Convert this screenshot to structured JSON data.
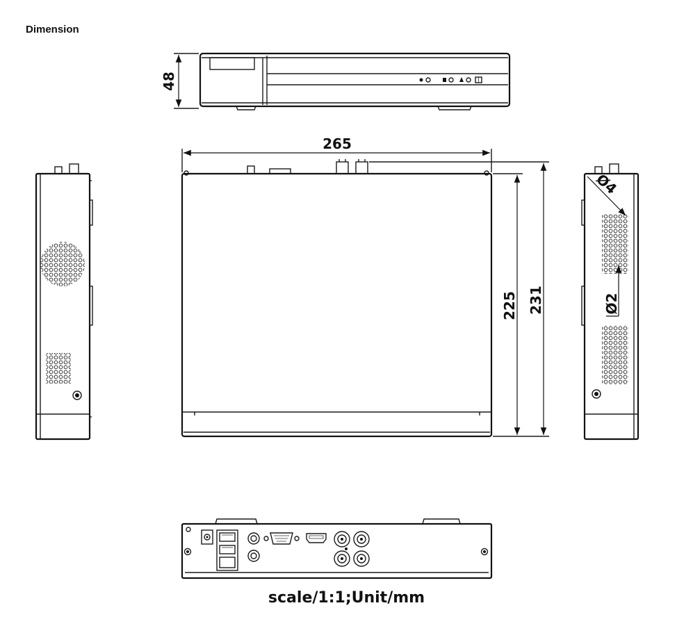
{
  "title": "Dimension",
  "dimensions": {
    "height": "48",
    "width": "265",
    "depth_body": "225",
    "depth_total": "231",
    "hole_large": "Ø4",
    "hole_small": "Ø2"
  },
  "caption": "scale/1:1;Unit/mm"
}
